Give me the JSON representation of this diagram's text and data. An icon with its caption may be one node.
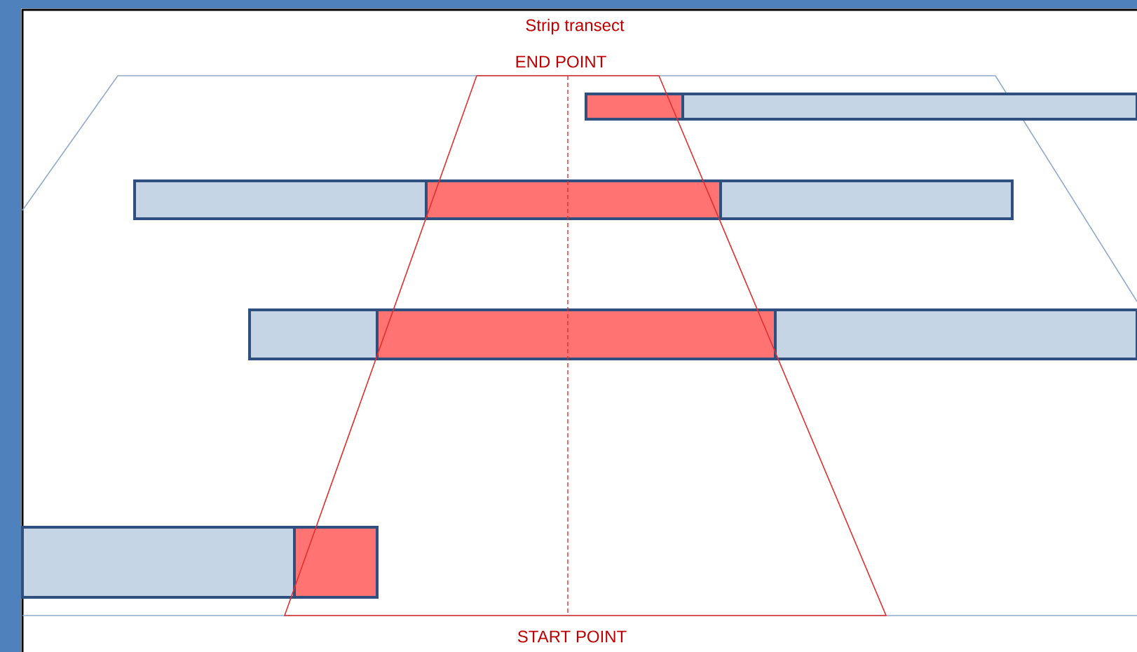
{
  "diagram": {
    "title": "Strip transect",
    "labels": [
      "END POINT",
      "START POINT"
    ]
  }
}
